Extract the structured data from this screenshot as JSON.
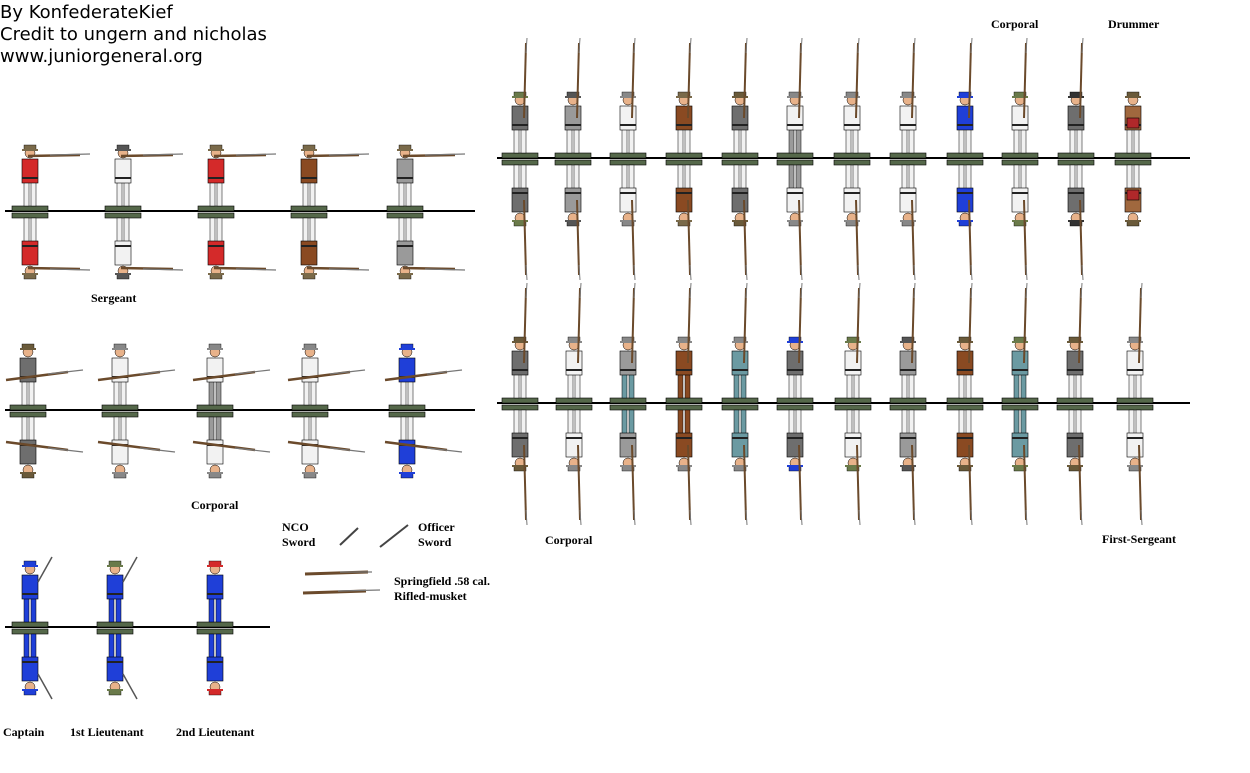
{
  "credits": {
    "line1": "By KonfederateKief",
    "line2": "Credit to ungern and nicholas",
    "line3": "www.juniorgeneral.org"
  },
  "labels": {
    "corporal_top": "Corporal",
    "drummer": "Drummer",
    "sergeant": "Sergeant",
    "corporal_mid": "Corporal",
    "nco_sword": "NCO\nSword",
    "officer_sword": "Officer\nSword",
    "musket": "Springfield .58 cal.\nRifled-musket",
    "corporal_right": "Corporal",
    "first_sergeant": "First-Sergeant",
    "captain": "Captain",
    "first_lieutenant": "1st Lieutenant",
    "second_lieutenant": "2nd Lieutenant"
  },
  "colors": {
    "blue": "#1f3fd8",
    "red": "#d42a2a",
    "white": "#f2f2f2",
    "grey": "#9a9a9a",
    "darkgrey": "#6e6e6e",
    "brown": "#8a4a22",
    "teal": "#6b9aa2",
    "butternut": "#a0683e",
    "skin": "#e8b28a",
    "base": "#55684a",
    "line": "#000000"
  }
}
